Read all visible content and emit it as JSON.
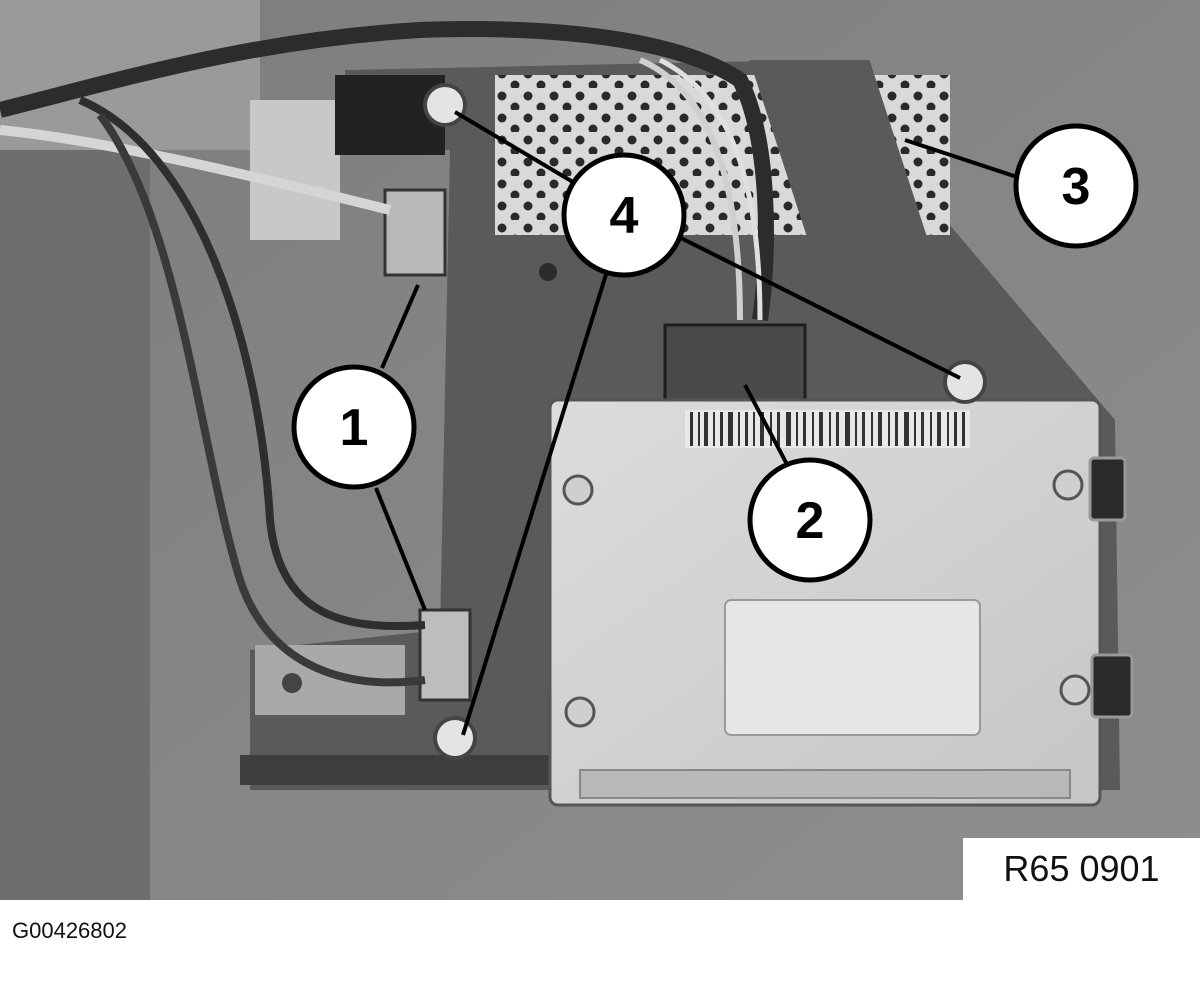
{
  "figure": {
    "reference_code": "R65 0901",
    "figure_id": "G00426802",
    "callouts": [
      {
        "number": "1"
      },
      {
        "number": "2"
      },
      {
        "number": "3"
      },
      {
        "number": "4"
      }
    ]
  }
}
